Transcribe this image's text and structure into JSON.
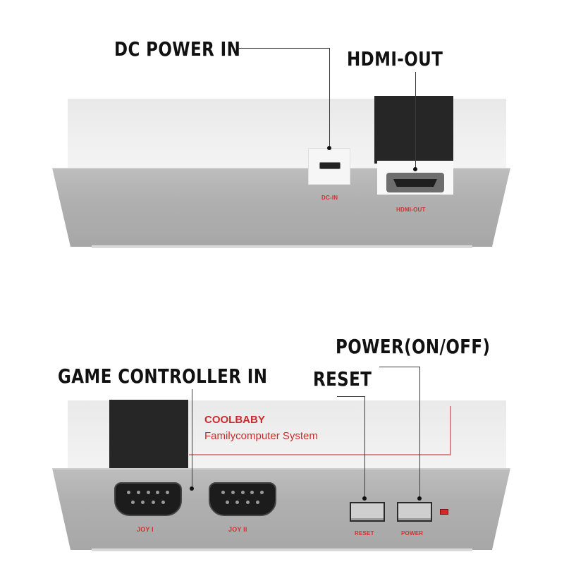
{
  "callouts": {
    "dc_power_in": "DC POWER IN",
    "hdmi_out": "HDMI-OUT",
    "game_controller_in": "GAME CONTROLLER IN",
    "reset": "RESET",
    "power_on_off": "POWER(ON/OFF)"
  },
  "port_labels": {
    "dc_in": "DC-IN",
    "hdmi_out": "HDMI-OUT",
    "joy1": "JOY I",
    "joy2": "JOY II",
    "reset": "RESET",
    "power": "POWER"
  },
  "brand": {
    "name": "COOLBABY",
    "tagline": "Familycomputer  System"
  },
  "colors": {
    "label_red": "#d43030",
    "body_gray": "#b0b0b0",
    "top_light": "#efefef",
    "port_black": "#262626"
  }
}
